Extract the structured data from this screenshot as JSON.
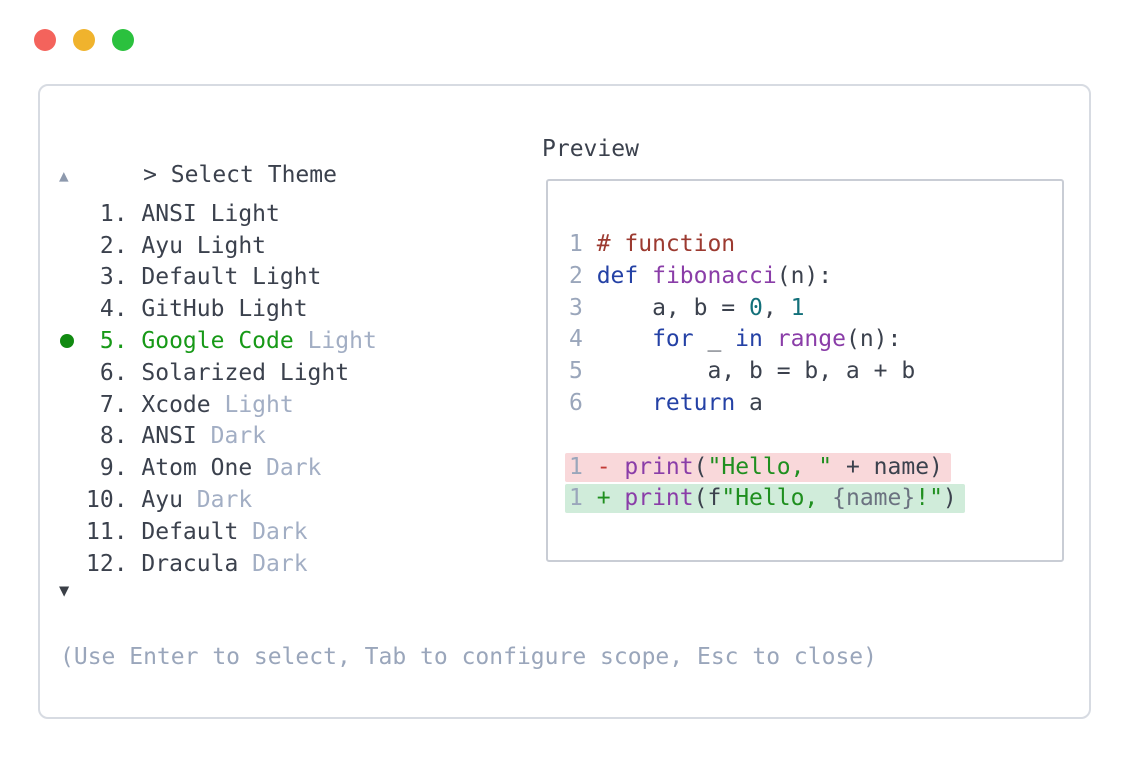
{
  "window": {
    "traffic_lights": [
      {
        "name": "close",
        "color": "#f4635c"
      },
      {
        "name": "minimize",
        "color": "#f0b32d"
      },
      {
        "name": "zoom",
        "color": "#2bc13e"
      }
    ]
  },
  "palette": {
    "text_dark": "#3b414d",
    "muted": "#9aa6bb",
    "variant_muted": "#a2aec4",
    "selected_green": "#179917",
    "selected_dot": "#118a11",
    "scroll_up_color": "#8d99ad",
    "scroll_down_color": "#3a3f47",
    "border_outer": "#d7dbe2",
    "border_preview": "#c9cdd5",
    "diff_removed_bg": "#f9d8da",
    "diff_added_bg": "#d0ecda"
  },
  "syntax_colors": {
    "comment": "#9c3a30",
    "keyword": "#2441a5",
    "function": "#8a3da8",
    "number": "#13707a",
    "string": "#1f8f1f",
    "plain": "#3b414d",
    "interp": "#6b7280",
    "diff_minus": "#c23a35",
    "diff_plus": "#1f8f1f"
  },
  "header": {
    "prompt": ">",
    "title": "Select Theme",
    "preview_label": "Preview"
  },
  "theme_list": {
    "scroll_up_icon": "▲",
    "scroll_down_icon": "▼",
    "items": [
      {
        "number": " 1.",
        "name": "ANSI Light",
        "variant": "",
        "selected": false
      },
      {
        "number": " 2.",
        "name": "Ayu Light",
        "variant": "",
        "selected": false
      },
      {
        "number": " 3.",
        "name": "Default Light",
        "variant": "",
        "selected": false
      },
      {
        "number": " 4.",
        "name": "GitHub Light",
        "variant": "",
        "selected": false
      },
      {
        "number": " 5.",
        "name": "Google Code",
        "variant": "Light",
        "selected": true
      },
      {
        "number": " 6.",
        "name": "Solarized Light",
        "variant": "",
        "selected": false
      },
      {
        "number": " 7.",
        "name": "Xcode",
        "variant": "Light",
        "selected": false
      },
      {
        "number": " 8.",
        "name": "ANSI",
        "variant": "Dark",
        "selected": false
      },
      {
        "number": " 9.",
        "name": "Atom One",
        "variant": "Dark",
        "selected": false
      },
      {
        "number": "10.",
        "name": "Ayu",
        "variant": "Dark",
        "selected": false
      },
      {
        "number": "11.",
        "name": "Default",
        "variant": "Dark",
        "selected": false
      },
      {
        "number": "12.",
        "name": "Dracula",
        "variant": "Dark",
        "selected": false
      }
    ]
  },
  "preview": {
    "code_lines": [
      {
        "num": "1",
        "tokens": [
          {
            "t": "# function",
            "c": "comment"
          }
        ]
      },
      {
        "num": "2",
        "tokens": [
          {
            "t": "def",
            "c": "keyword"
          },
          {
            "t": " ",
            "c": "plain"
          },
          {
            "t": "fibonacci",
            "c": "function"
          },
          {
            "t": "(n):",
            "c": "plain"
          }
        ]
      },
      {
        "num": "3",
        "tokens": [
          {
            "t": "    a, b = ",
            "c": "plain"
          },
          {
            "t": "0",
            "c": "number"
          },
          {
            "t": ", ",
            "c": "plain"
          },
          {
            "t": "1",
            "c": "number"
          }
        ]
      },
      {
        "num": "4",
        "tokens": [
          {
            "t": "    ",
            "c": "plain"
          },
          {
            "t": "for",
            "c": "keyword"
          },
          {
            "t": " _ ",
            "c": "plain"
          },
          {
            "t": "in",
            "c": "keyword"
          },
          {
            "t": " ",
            "c": "plain"
          },
          {
            "t": "range",
            "c": "function"
          },
          {
            "t": "(n):",
            "c": "plain"
          }
        ]
      },
      {
        "num": "5",
        "tokens": [
          {
            "t": "        a, b = b, a + b",
            "c": "plain"
          }
        ]
      },
      {
        "num": "6",
        "tokens": [
          {
            "t": "    ",
            "c": "plain"
          },
          {
            "t": "return",
            "c": "keyword"
          },
          {
            "t": " a",
            "c": "plain"
          }
        ]
      }
    ],
    "diff_lines": [
      {
        "num": "1",
        "kind": "removed",
        "tokens": [
          {
            "t": "- ",
            "c": "diff_minus"
          },
          {
            "t": "print",
            "c": "function"
          },
          {
            "t": "(",
            "c": "plain"
          },
          {
            "t": "\"Hello, \"",
            "c": "string"
          },
          {
            "t": " + name)",
            "c": "plain"
          }
        ]
      },
      {
        "num": "1",
        "kind": "added",
        "tokens": [
          {
            "t": "+ ",
            "c": "diff_plus"
          },
          {
            "t": "print",
            "c": "function"
          },
          {
            "t": "(f",
            "c": "plain"
          },
          {
            "t": "\"Hello, ",
            "c": "string"
          },
          {
            "t": "{name}",
            "c": "interp"
          },
          {
            "t": "!\"",
            "c": "string"
          },
          {
            "t": ")",
            "c": "plain"
          }
        ]
      }
    ]
  },
  "footer": {
    "hint": "(Use Enter to select, Tab to configure scope, Esc to close)"
  }
}
